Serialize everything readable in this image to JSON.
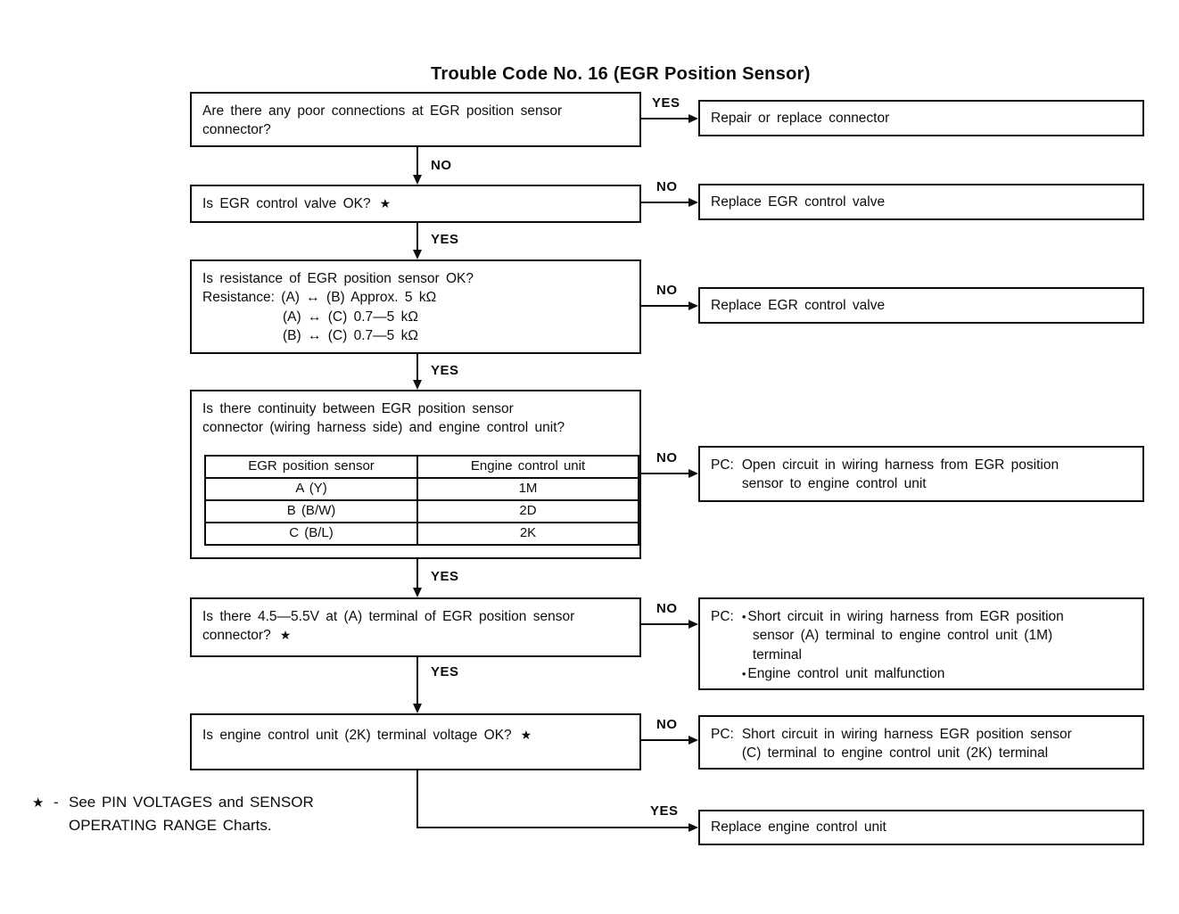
{
  "title": "Trouble Code No. 16 (EGR Position Sensor)",
  "symbols": {
    "star": "★",
    "bullet": "•",
    "footnote_sep": "-"
  },
  "questions": {
    "q1": {
      "lines": [
        "Are there any poor connections at EGR position sensor",
        "connector?"
      ]
    },
    "q2": {
      "text": "Is EGR control valve OK?"
    },
    "q3": {
      "lines": [
        "Is resistance of EGR position sensor OK?",
        "Resistance: (A) ↔ (B) Approx. 5 kΩ",
        "(A) ↔ (C) 0.7—5 kΩ",
        "(B) ↔ (C) 0.7—5 kΩ"
      ]
    },
    "q4": {
      "lines": [
        "Is there continuity between EGR position sensor",
        "connector (wiring harness side) and engine control unit?"
      ],
      "table": {
        "headers": [
          "EGR position sensor",
          "Engine control unit"
        ],
        "rows": [
          [
            "A (Y)",
            "1M"
          ],
          [
            "B (B/W)",
            "2D"
          ],
          [
            "C (B/L)",
            "2K"
          ]
        ]
      }
    },
    "q5": {
      "lines": [
        "Is there 4.5—5.5V at (A) terminal of EGR position sensor",
        "connector?"
      ]
    },
    "q6": {
      "text": "Is engine control unit (2K) terminal voltage OK?"
    }
  },
  "results": {
    "r1": "Repair or replace connector",
    "r2": "Replace EGR control valve",
    "r3": "Replace EGR control valve",
    "r4": {
      "prefix": "PC:",
      "lines": [
        "Open circuit in wiring harness from EGR position",
        "sensor to engine control unit"
      ]
    },
    "r5": {
      "prefix": "PC:",
      "items": [
        {
          "lines": [
            "Short circuit in wiring harness from EGR position",
            "sensor (A) terminal to engine control unit (1M)",
            "terminal"
          ]
        },
        {
          "lines": [
            "Engine control unit malfunction"
          ]
        }
      ]
    },
    "r6": {
      "prefix": "PC:",
      "lines": [
        "Short circuit in wiring harness EGR position sensor",
        "(C) terminal to engine control unit (2K) terminal"
      ]
    },
    "r7": "Replace engine control unit"
  },
  "connectors": {
    "c1": "YES",
    "c2": "NO",
    "c3": "NO",
    "c4": "NO",
    "c5": "NO",
    "c6": "NO",
    "c7": "YES",
    "v1": "NO",
    "v2": "YES",
    "v3": "YES",
    "v4": "YES",
    "v5": "YES"
  },
  "footnote": {
    "lines": [
      "See PIN VOLTAGES and SENSOR",
      "OPERATING RANGE Charts."
    ]
  }
}
